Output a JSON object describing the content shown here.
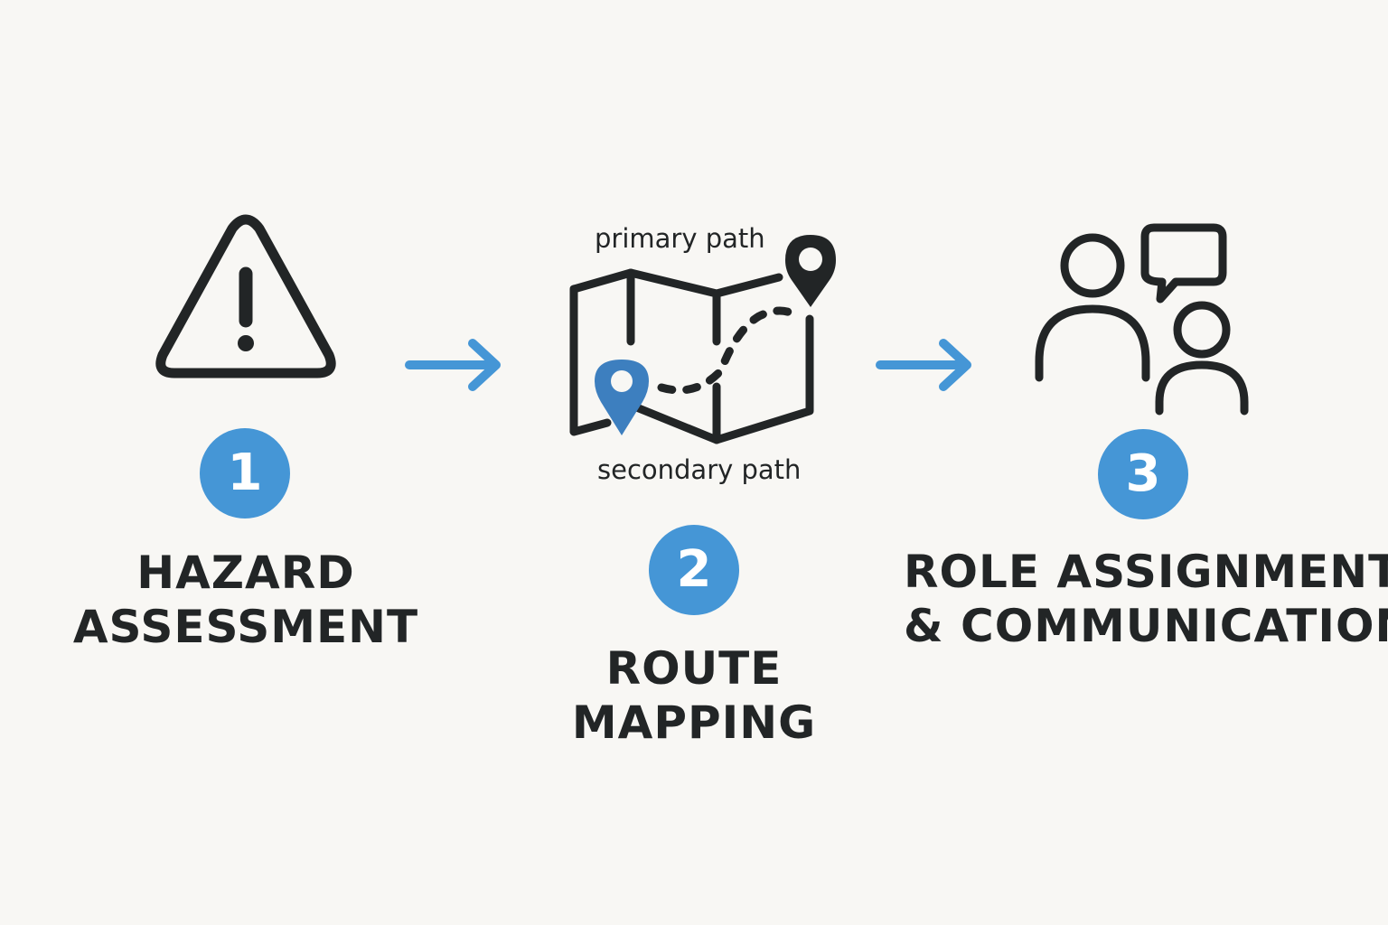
{
  "theme": {
    "background": "#f8f7f4",
    "ink": "#222526",
    "accent": "#4596d6",
    "pin_blue": "#3d7fbf"
  },
  "steps": [
    {
      "number": "1",
      "icon": "warning-triangle-icon",
      "title_line1": "HAZARD",
      "title_line2": "ASSESSMENT"
    },
    {
      "number": "2",
      "icon": "folded-map-route-icon",
      "title_line1": "ROUTE",
      "title_line2": "MAPPING",
      "annotations": {
        "top": "primary path",
        "bottom": "secondary path"
      }
    },
    {
      "number": "3",
      "icon": "people-speech-bubble-icon",
      "title_line1": "ROLE ASSIGNMENT",
      "title_line2": "& COMMUNICATION"
    }
  ],
  "connectors": [
    {
      "from": "1",
      "to": "2",
      "icon": "arrow-right-icon"
    },
    {
      "from": "2",
      "to": "3",
      "icon": "arrow-right-icon"
    }
  ]
}
